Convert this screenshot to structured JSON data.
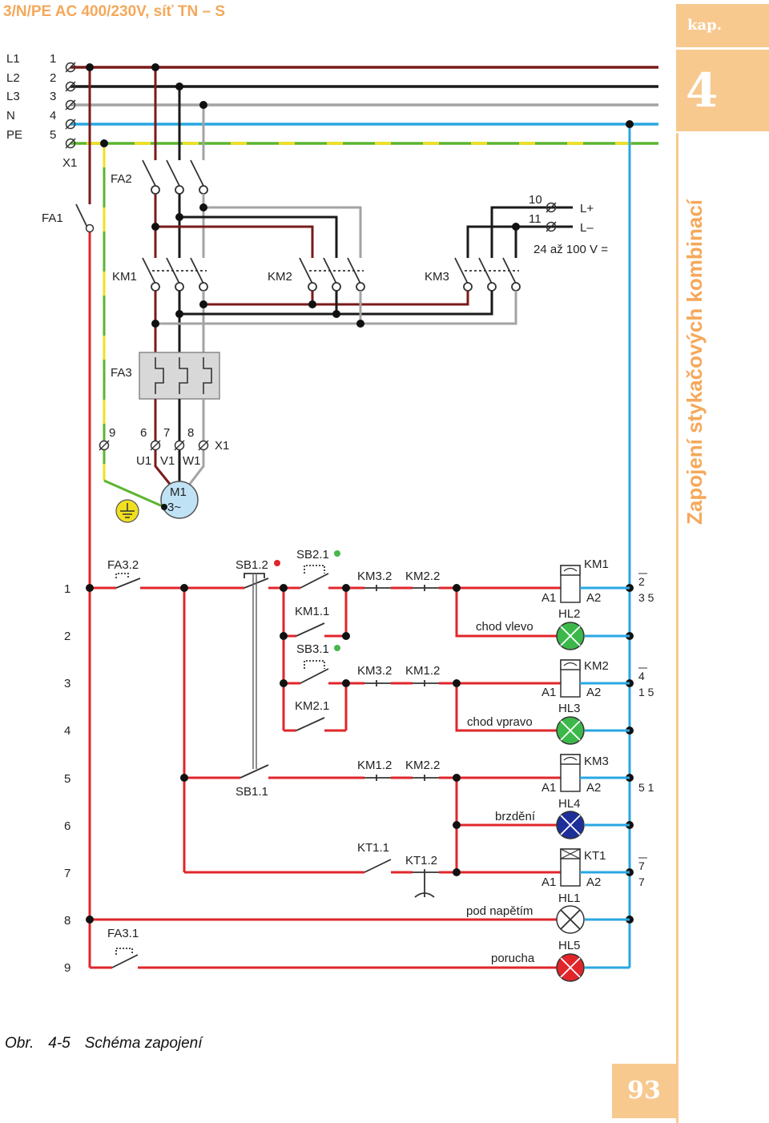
{
  "header": {
    "title": "3/N/PE AC 400/230V, síť TN – S"
  },
  "sidebar": {
    "kap_label": "kap.",
    "chapter_number": "4",
    "chapter_title": "Zapojení stykačových kombinací"
  },
  "footer": {
    "page_number": "93"
  },
  "caption": {
    "prefix": "Obr.",
    "number": "4-5",
    "text": "Schéma zapojení"
  },
  "colors": {
    "L1": "#7a1a1a",
    "L2": "#1a1a1a",
    "L3": "#a3a3a3",
    "N": "#29a7e1",
    "PE_green": "#5cb531",
    "PE_yellow": "#f0e020",
    "control": "#e0262b",
    "accent": "#f7c98f"
  },
  "power": {
    "terminal_labels": {
      "L1": "L1",
      "L2": "L2",
      "L3": "L3",
      "N": "N",
      "PE": "PE"
    },
    "terminal_numbers": {
      "t1": "1",
      "t2": "2",
      "t3": "3",
      "t4": "4",
      "t5": "5"
    },
    "x1_top": "X1",
    "fa1": "FA1",
    "fa2": "FA2",
    "km1": "KM1",
    "km2": "KM2",
    "km3": "KM3",
    "fa3": "FA3",
    "dc_term10": "10",
    "dc_term11": "11",
    "dc_plus": "L+",
    "dc_minus": "L–",
    "dc_voltage": "24 až 100 V =",
    "motor_terms": {
      "t6": "6",
      "t7": "7",
      "t8": "8",
      "t9": "9"
    },
    "x1_bottom": "X1",
    "motor_windings": {
      "u": "U1",
      "v": "V1",
      "w": "W1"
    },
    "motor_name": "M1",
    "motor_type": "3~"
  },
  "control": {
    "row_numbers": [
      "1",
      "2",
      "3",
      "4",
      "5",
      "6",
      "7",
      "8",
      "9"
    ],
    "fa32": "FA3.2",
    "sb12": "SB1.2",
    "sb21": "SB2.1",
    "km32a": "KM3.2",
    "km22a": "KM2.2",
    "km11": "KM1.1",
    "sb31": "SB3.1",
    "km32b": "KM3.2",
    "km12a": "KM1.2",
    "km21": "KM2.1",
    "sb11": "SB1.1",
    "km12b": "KM1.2",
    "km22b": "KM2.2",
    "kt11": "KT1.1",
    "kt12": "KT1.2",
    "fa31": "FA3.1",
    "coil_km1": "KM1",
    "coil_km2": "KM2",
    "coil_km3": "KM3",
    "coil_kt1": "KT1",
    "a1": "A1",
    "a2": "A2",
    "hl2": "HL2",
    "hl3": "HL3",
    "hl4": "HL4",
    "hl1": "HL1",
    "hl5": "HL5",
    "lamp_chod_vlevo": "chod vlevo",
    "lamp_chod_vpravo": "chod vpravo",
    "lamp_brzdeni": "brzdění",
    "lamp_pod_napetim": "pod napětím",
    "lamp_porucha": "porucha",
    "ref_km1": [
      "2",
      "3 5"
    ],
    "ref_km2": [
      "4",
      "1 5"
    ],
    "ref_km3": [
      "5 1"
    ],
    "ref_kt1": [
      "7",
      "7"
    ]
  }
}
